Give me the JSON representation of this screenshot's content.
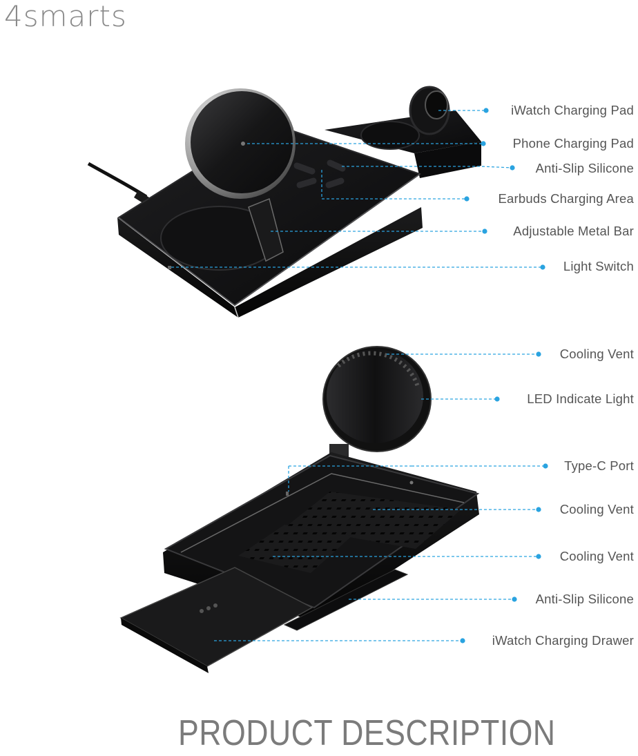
{
  "brand": {
    "name": "4smarts"
  },
  "accent_color": "#2aa3e0",
  "top_view": {
    "callouts": [
      {
        "id": "iwatch-charging-pad",
        "label": "iWatch Charging Pad"
      },
      {
        "id": "phone-charging-pad",
        "label": "Phone Charging Pad"
      },
      {
        "id": "anti-slip-silicone",
        "label": "Anti-Slip Silicone"
      },
      {
        "id": "earbuds-charging-area",
        "label": "Earbuds Charging Area"
      },
      {
        "id": "adjustable-metal-bar",
        "label": "Adjustable Metal Bar"
      },
      {
        "id": "light-switch",
        "label": "Light Switch"
      }
    ]
  },
  "bottom_view": {
    "callouts": [
      {
        "id": "cooling-vent-1",
        "label": "Cooling Vent"
      },
      {
        "id": "led-indicate-light",
        "label": "LED Indicate Light"
      },
      {
        "id": "type-c-port",
        "label": "Type-C Port"
      },
      {
        "id": "cooling-vent-2",
        "label": "Cooling Vent"
      },
      {
        "id": "cooling-vent-3",
        "label": "Cooling Vent"
      },
      {
        "id": "anti-slip-silicone-bottom",
        "label": "Anti-Slip Silicone"
      },
      {
        "id": "iwatch-charging-drawer",
        "label": "iWatch Charging Drawer"
      }
    ]
  },
  "footer": {
    "title": "PRODUCT DESCRIPTION"
  }
}
